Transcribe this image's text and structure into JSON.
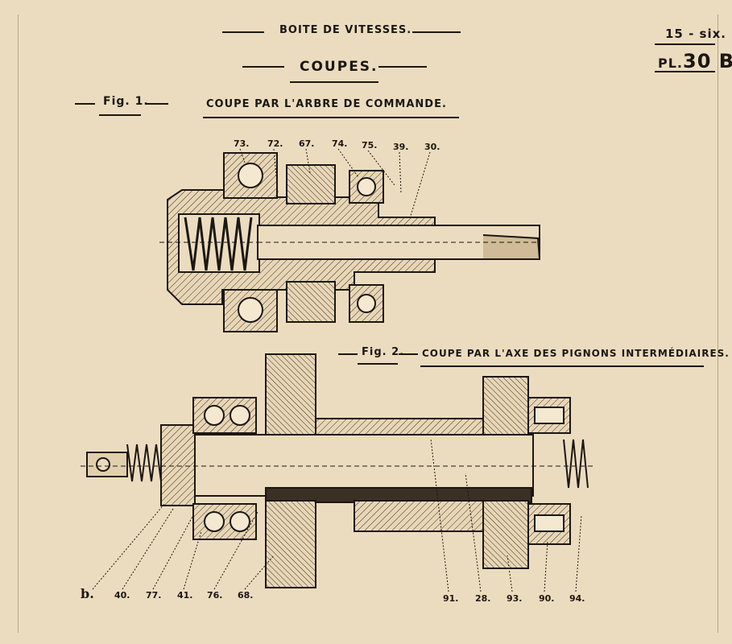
{
  "header": {
    "section_title": "BOITE DE VITESSES.",
    "main_title": "COUPES.",
    "plate_code": "15 - six.",
    "plate_prefix": "PL.",
    "plate_number": "30 B."
  },
  "figure1": {
    "label": "Fig. 1.",
    "caption": "COUPE PAR L'ARBRE DE COMMANDE.",
    "callouts": [
      "73.",
      "72.",
      "67.",
      "74.",
      "75.",
      "39.",
      "30."
    ]
  },
  "figure2": {
    "label": "Fig. 2.",
    "caption": "COUPE PAR L'AXE DES PIGNONS INTERMÉDIAIRES.",
    "callouts": [
      "b.",
      "40.",
      "77.",
      "41.",
      "76.",
      "68.",
      "91.",
      "28.",
      "93.",
      "90.",
      "94."
    ]
  },
  "colors": {
    "paper": "#ecdcbf",
    "ink": "#1b1712"
  }
}
